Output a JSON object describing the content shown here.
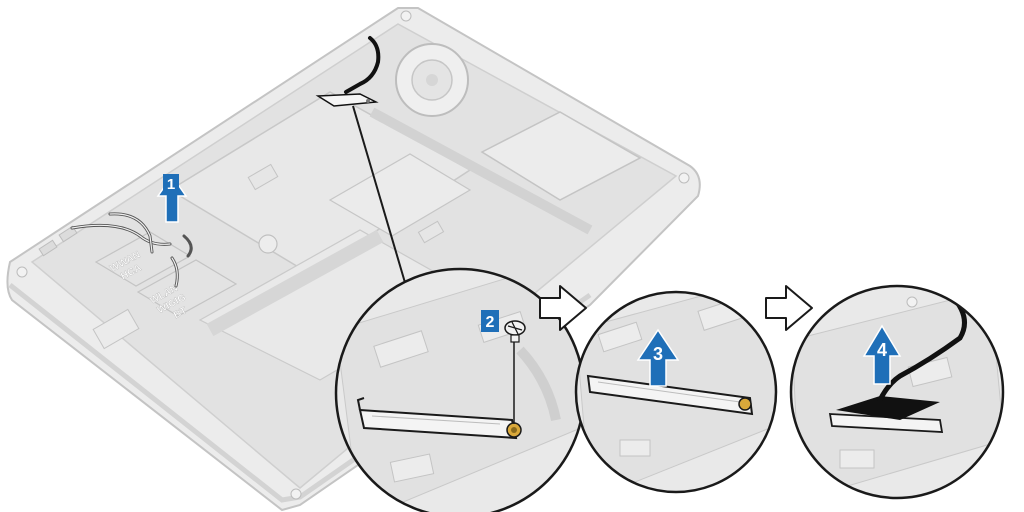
{
  "chassis_labels": {
    "wwan_hca": [
      "WWAN",
      "HCA"
    ],
    "wlan_wigig_bt": [
      "WLAN",
      "WIGIG",
      "BT"
    ]
  },
  "steps": [
    {
      "number": "1",
      "action": "lift-cable-arrow"
    },
    {
      "number": "2",
      "action": "remove-screw"
    },
    {
      "number": "3",
      "action": "lift-bracket-arrow"
    },
    {
      "number": "4",
      "action": "disconnect-cable-arrow"
    }
  ],
  "colors": {
    "step_badge": "#1f6fb8",
    "arrow": "#1f6fb8",
    "chassis_fill": "#e6e6e6",
    "chassis_stroke": "#c8c8c8",
    "outline": "#1a1a1a",
    "bracket_fill": "#f4f4f4",
    "screw_accent": "#d9a83a",
    "cable": "#111111"
  },
  "icons": {
    "step_arrow": "right-outline-arrow-icon",
    "screw": "screw-icon",
    "lift_arrow": "up-arrow-icon"
  }
}
